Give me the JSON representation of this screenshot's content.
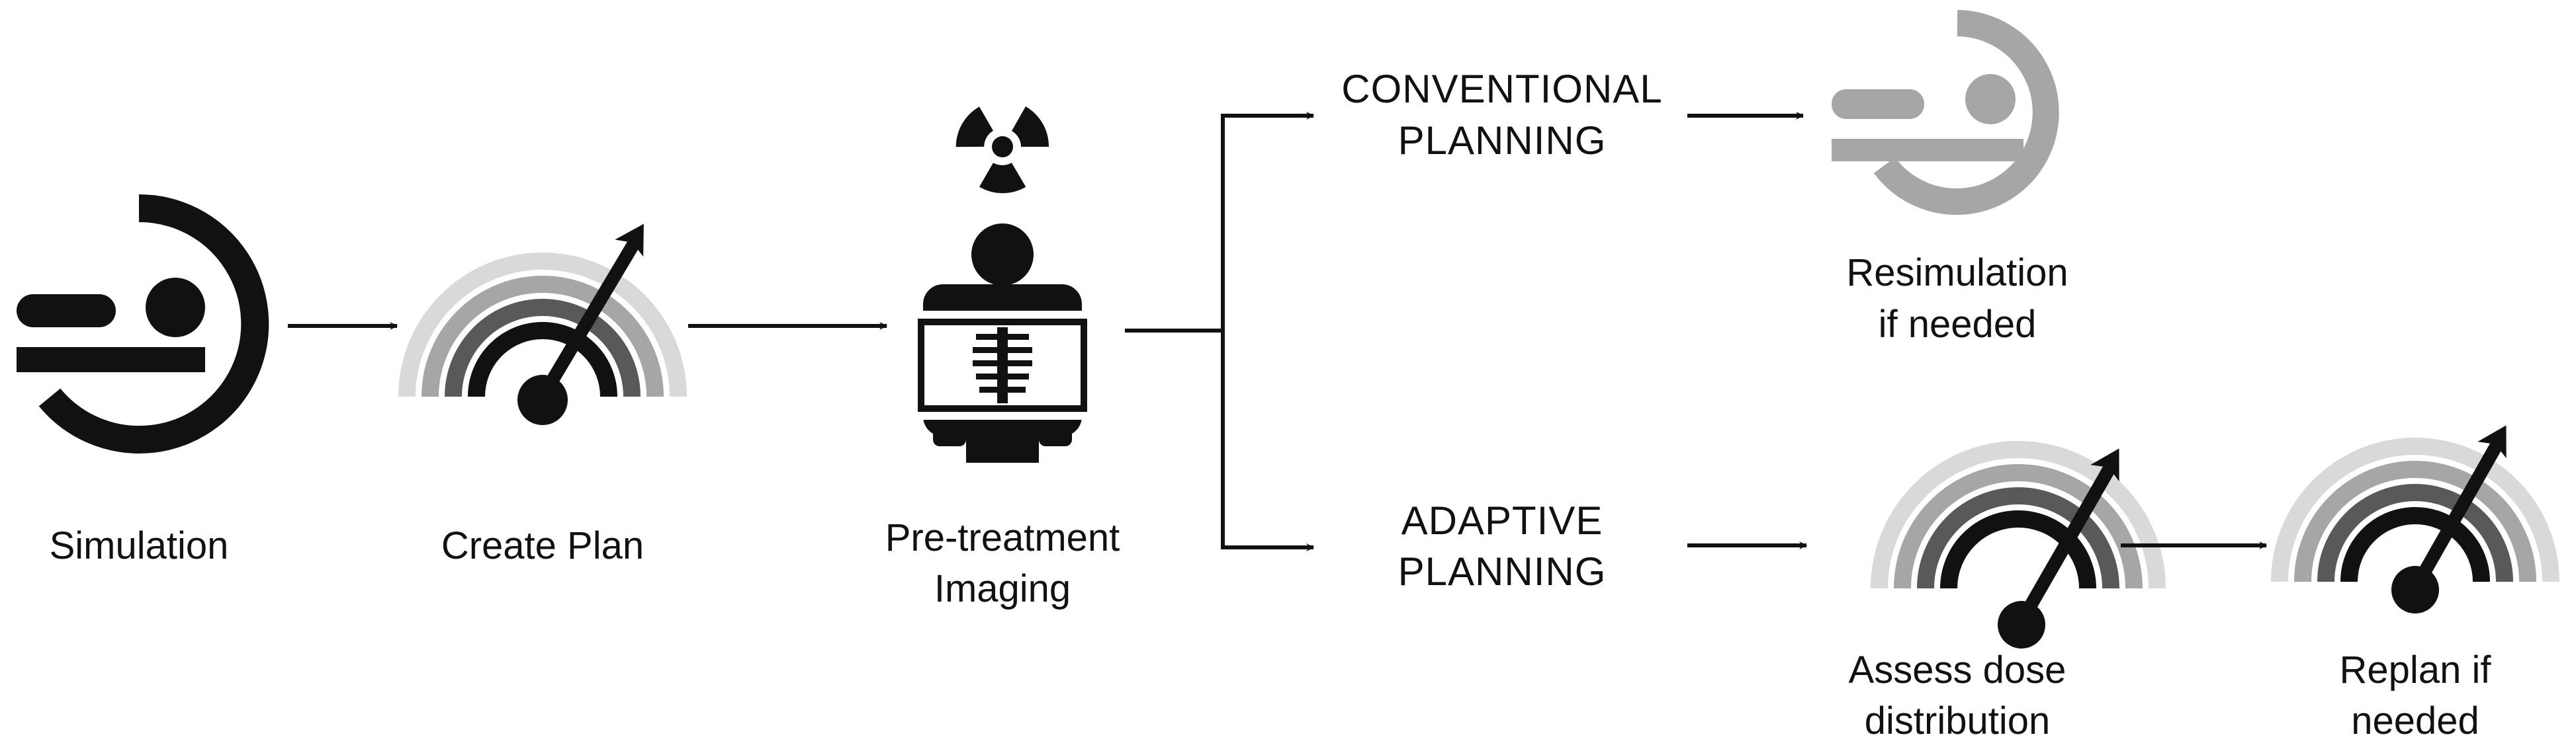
{
  "labels": {
    "simulation": "Simulation",
    "create_plan": "Create Plan",
    "pretreatment_line1": "Pre-treatment",
    "pretreatment_line2": "Imaging",
    "conventional_line1": "CONVENTIONAL",
    "conventional_line2": "PLANNING",
    "adaptive_line1": "ADAPTIVE",
    "adaptive_line2": "PLANNING",
    "resimulation_line1": "Resimulation",
    "resimulation_line2": "if needed",
    "assess_line1": "Assess dose",
    "assess_line2": "distribution",
    "replan_line1": "Replan if",
    "replan_line2": "needed"
  },
  "icons": {
    "simulation": "ct-scanner-icon",
    "create_plan": "dose-gauge-icon",
    "pretreatment": "xray-imaging-icon",
    "radiation": "radiation-icon",
    "resimulation": "ct-scanner-icon",
    "assess": "dose-gauge-icon",
    "replan": "dose-gauge-icon"
  },
  "colors": {
    "primary": "#111111",
    "muted": "#a6a6a6",
    "arc_outer": "#d9d9d9",
    "arc_mid": "#a6a6a6",
    "arc_inner": "#595959",
    "arc_core": "#111111"
  }
}
